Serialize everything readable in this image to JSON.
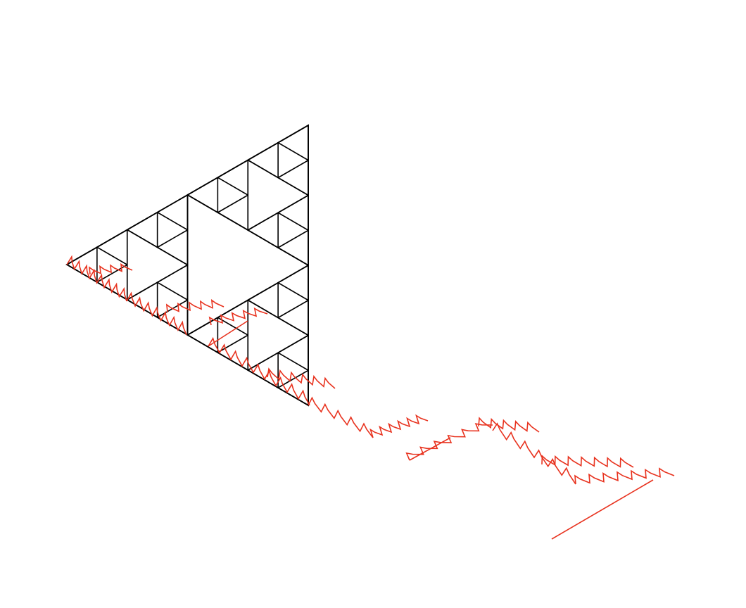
{
  "figure": {
    "description_hidden": "",
    "colors": {
      "background": "#ffffff",
      "triangle_stroke": "#000000",
      "curve_stroke": "#e8321e"
    },
    "fractal": {
      "black_figure": "sierpinski-triangle",
      "black_depth": 3,
      "red_figure": "koch-like-sawtooth-curve"
    }
  }
}
